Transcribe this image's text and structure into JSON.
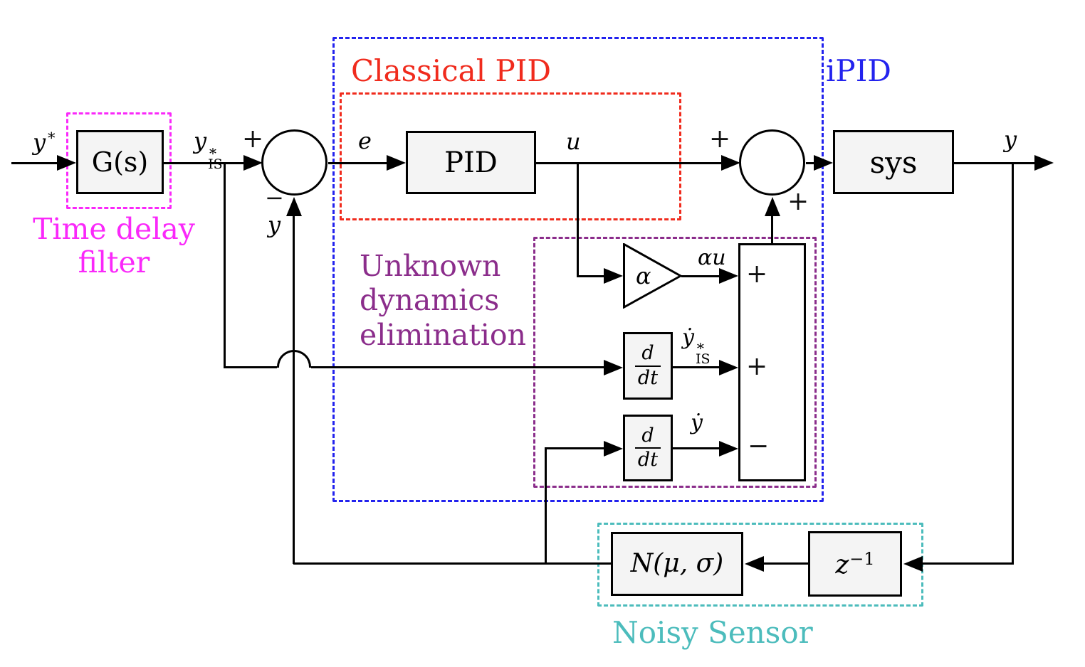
{
  "groups": {
    "time_delay_filter": {
      "line1": "Time delay",
      "line2": "filter",
      "color": "#fa28fa"
    },
    "classical_pid": {
      "label": "Classical PID",
      "color": "#f02b1d"
    },
    "ipid": {
      "label": "iPID",
      "color": "#2323ee"
    },
    "unknown_dynamics": {
      "line1": "Unknown",
      "line2": "dynamics",
      "line3": "elimination",
      "color": "#8b2d8b"
    },
    "noisy_sensor": {
      "label": "Noisy Sensor",
      "color": "#4cbcbc"
    }
  },
  "blocks": {
    "time_delay": "G(s)",
    "pid": "PID",
    "plant": "sys",
    "gain": "α",
    "derivative_num": "d",
    "derivative_den": "dt",
    "noise_n": "N",
    "noise_args": "(μ, σ)",
    "unit_delay_base": "z",
    "unit_delay_exp": "−1"
  },
  "signals": {
    "reference": {
      "base": "y",
      "sup": "∗"
    },
    "filtered_reference": {
      "base": "y",
      "sup": "∗",
      "sub": "IS"
    },
    "error": "e",
    "control": "u",
    "scaled_control": "αu",
    "reference_derivative": {
      "base": "ẏ",
      "sup": "∗",
      "sub": "IS"
    },
    "output_derivative": "ẏ",
    "output": "y",
    "feedback": "y"
  },
  "signs": {
    "plus": "+",
    "minus": "−"
  }
}
